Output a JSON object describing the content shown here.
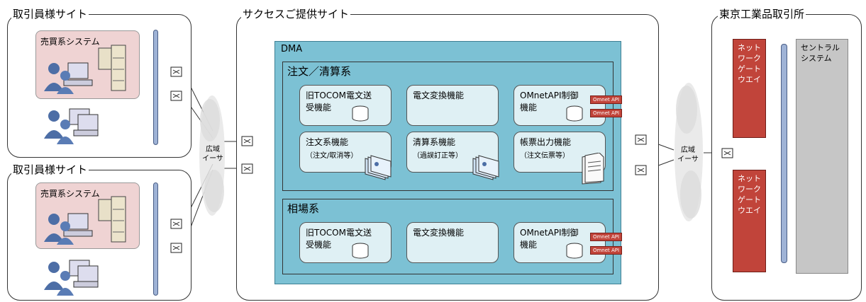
{
  "sites": {
    "broker_top": {
      "title": "取引員様サイト",
      "system_label": "売買系システム"
    },
    "broker_bottom": {
      "title": "取引員様サイト",
      "system_label": "売買系システム"
    },
    "success": {
      "title": "サクセスご提供サイト"
    },
    "tocom": {
      "title": "東京工業品取引所"
    }
  },
  "wan": {
    "left": "広域\nイーサ",
    "right": "広域\nイーサ"
  },
  "dma": {
    "label": "DMA",
    "order": {
      "title": "注文／清算系",
      "f1": "旧TOCOM電文送\n受機能",
      "f2": "電文変換機能",
      "f3": "OMnetAPI制御\n機能",
      "f4": "注文系機能",
      "f4_sub": "（注文/取消等）",
      "f5": "清算系機能",
      "f5_sub": "（過誤訂正等）",
      "f6": "帳票出力機能",
      "f6_sub": "（注文伝票等）",
      "api1": "Omnet API",
      "api2": "Omnet API"
    },
    "market": {
      "title": "相場系",
      "f1": "旧TOCOM電文送\n受機能",
      "f2": "電文変換機能",
      "f3": "OMnetAPI制御\n機能",
      "api1": "Omnet API",
      "api2": "Omnet API"
    }
  },
  "tocom": {
    "gateway_top": "ネット\nワーク\nゲート\nウエイ",
    "gateway_bottom": "ネット\nワーク\nゲート\nウエイ",
    "central": "セントラル\nシステム"
  },
  "colors": {
    "dma": "#7cc1d4",
    "func": "#dff0f4",
    "gateway": "#c1443a",
    "pink": "#efd3d3",
    "central": "#c6c6c6"
  },
  "icons": [
    "router-icon",
    "server-icon",
    "user-workstation-icon",
    "database-icon",
    "document-stack-icon",
    "cloud-icon"
  ]
}
